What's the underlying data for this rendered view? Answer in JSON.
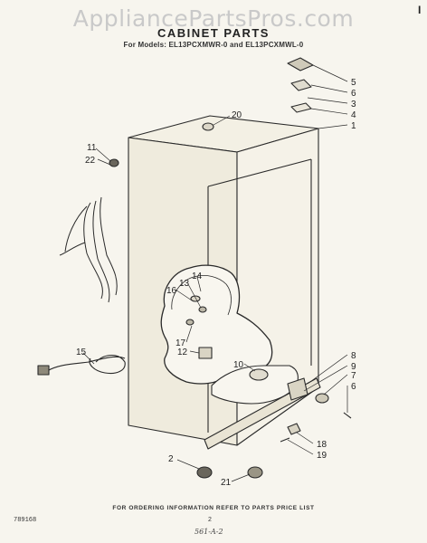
{
  "watermark": "AppliancePartsPros.com",
  "title": "CABINET PARTS",
  "models": "For Models: EL13PCXMWR-0 and EL13PCXMWL-0",
  "footer_note": "FOR ORDERING INFORMATION REFER TO PARTS PRICE LIST",
  "doc_number": "789168",
  "page_number": "2",
  "handwritten_mark": "561-A-2",
  "corner_mark": "I",
  "callouts": [
    "5",
    "6",
    "3",
    "4",
    "1",
    "20",
    "11",
    "22",
    "14",
    "16",
    "13",
    "17",
    "12",
    "15",
    "8",
    "9",
    "7",
    "6",
    "10",
    "18",
    "19",
    "2",
    "21"
  ]
}
